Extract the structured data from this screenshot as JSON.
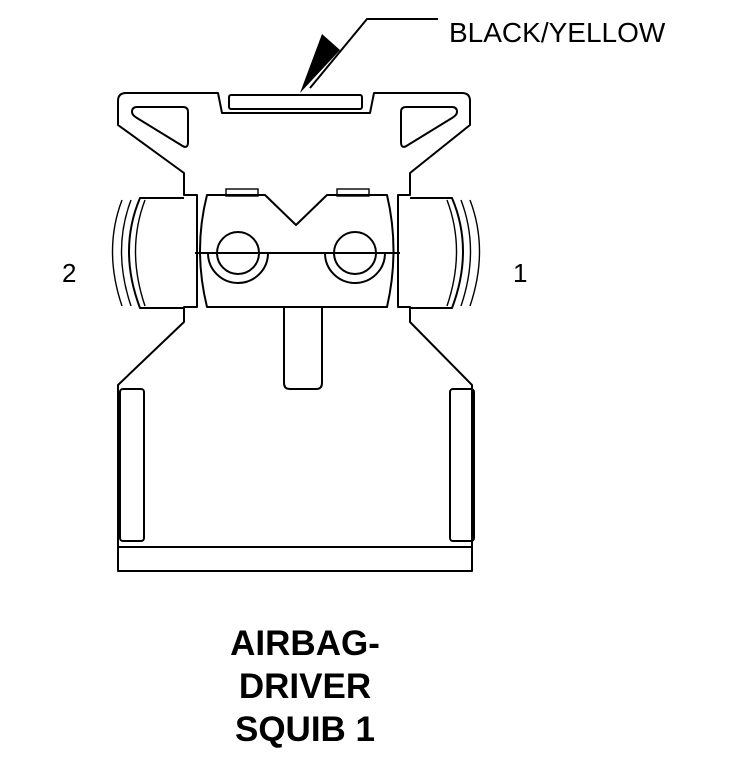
{
  "labels": {
    "wire_color": "BLACK/YELLOW",
    "pin_left": "2",
    "pin_right": "1"
  },
  "title": {
    "line1": "AIRBAG-",
    "line2": "DRIVER",
    "line3": "SQUIB 1"
  },
  "colors": {
    "line": "#000000",
    "background": "#ffffff"
  }
}
